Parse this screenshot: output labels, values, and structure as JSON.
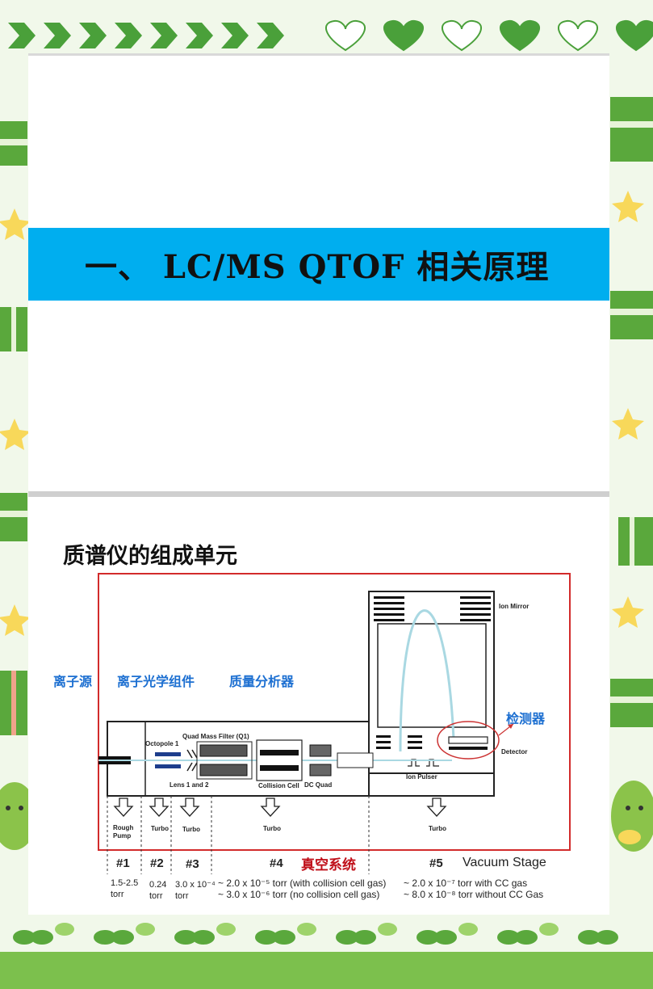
{
  "header": {
    "title": "一、 LC/MS QTOF 相关原理"
  },
  "section": {
    "subtitle": "质谱仪的组成单元"
  },
  "categories": {
    "ion_source": "离子源",
    "ion_optics": "离子光学组件",
    "mass_analyzer": "质量分析器",
    "detector": "检测器",
    "vacuum_system": "真空系统"
  },
  "components": {
    "ion_mirror": "Ion Mirror",
    "octopole": "Octopole 1",
    "quad_filter": "Quad Mass Filter (Q1)",
    "lens": "Lens 1 and 2",
    "collision_cell": "Collision Cell",
    "dc_quad": "DC Quad",
    "ion_pulser": "Ion Pulser",
    "detector": "Detector"
  },
  "pumps": {
    "rough": [
      "Rough",
      "Pump"
    ],
    "turbo1": "Turbo",
    "turbo2": "Turbo",
    "turbo3": "Turbo",
    "turbo4": "Turbo"
  },
  "stages": {
    "s1": "#1",
    "s2": "#2",
    "s3": "#3",
    "s4": "#4",
    "s5": "#5",
    "vacuum_stage": "Vacuum Stage"
  },
  "pressures": {
    "p1": [
      "1.5-2.5",
      "torr"
    ],
    "p2": [
      "0.24",
      "torr"
    ],
    "p3": [
      "3.0 x 10⁻⁴",
      "torr"
    ],
    "p4": [
      "~ 2.0 x 10⁻⁵ torr (with collision cell gas)",
      "~ 3.0 x 10⁻⁶ torr (no collision cell gas)"
    ],
    "p5": [
      "~ 2.0 x 10⁻⁷ torr with CC gas",
      "~ 8.0 x 10⁻⁸ torr without CC Gas"
    ]
  },
  "colors": {
    "banner": "#00aeef",
    "red_frame": "#d22b2b",
    "category_text": "#1c6fd1",
    "frame_green": "#5aa83c"
  }
}
